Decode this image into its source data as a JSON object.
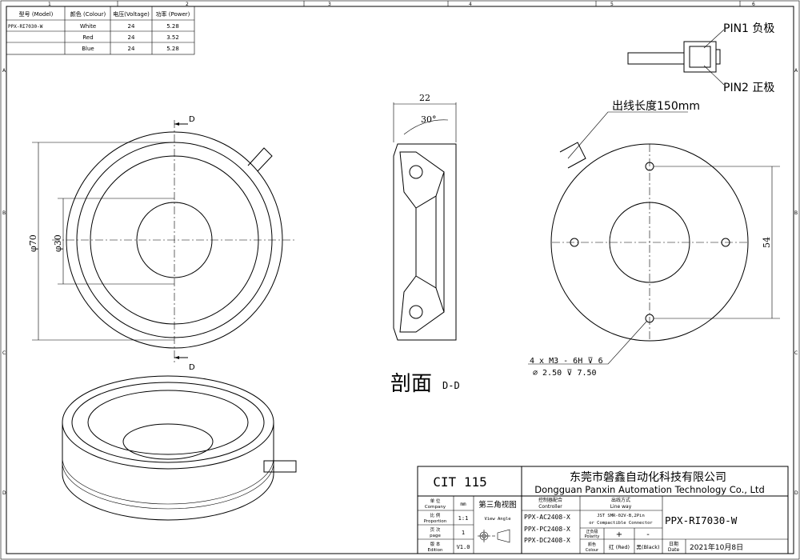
{
  "zones": {
    "top": [
      "1",
      "2",
      "3",
      "4",
      "5",
      "6"
    ],
    "side": [
      "A",
      "B",
      "C",
      "D"
    ]
  },
  "spec_table": {
    "headers": [
      "型号 (Model)",
      "颜色 (Colour)",
      "电压(Voltage)",
      "功率 (Power)"
    ],
    "rows": [
      [
        "PPX-RI7030-W",
        "White",
        "24",
        "5.28"
      ],
      [
        "",
        "Red",
        "24",
        "3.52"
      ],
      [
        "",
        "Blue",
        "24",
        "5.28"
      ]
    ]
  },
  "front_view": {
    "section_mark": "D",
    "dim_outer": "φ70",
    "dim_inner": "φ30"
  },
  "section_view": {
    "dim_width": "22",
    "angle": "30°",
    "caption": "剖面",
    "caption_sub": "D-D"
  },
  "rear_view": {
    "cable_note": "出线长度150mm",
    "dim_holes": "54",
    "hole_note_1": "4 x  M3 - 6H ⊽ 6",
    "hole_note_2": "⌀ 2.50 ⊽ 7.50"
  },
  "connector": {
    "pin1": "PIN1 负极",
    "pin2": "PIN2 正极"
  },
  "title_block": {
    "drawing_no": "CIT 115",
    "company_cn": "东莞市磐鑫自动化科技有限公司",
    "company_en": "Dongguan Panxin Automation Technology Co., Ltd",
    "unit_label_cn": "单 位",
    "unit_label_en": "Company",
    "unit_value": "mm",
    "scale_label_cn": "比 例",
    "scale_label_en": "Proportion",
    "scale_value": "1:1",
    "page_label_cn": "页 次",
    "page_label_en": "page",
    "page_value": "1",
    "edition_label_cn": "版 本",
    "edition_label_en": "Edition",
    "edition_value": "V1.0",
    "projection_cn": "第三角视图",
    "projection_en": "View Angle",
    "controller_cn": "控制器配合",
    "controller_en": "Controller",
    "controllers": [
      "PPX-AC2408-X",
      "PPX-PC2408-X",
      "PPX-DC2408-X"
    ],
    "lineway_cn": "出线方式",
    "lineway_en": "Line way",
    "connector_1": "JST SMR-02V-B,2Pin",
    "connector_2": "or Compactible Connector",
    "polarity_cn": "正负极",
    "polarity_en": "Polarity",
    "plus": "+",
    "minus": "-",
    "colour_cn": "颜色",
    "colour_en": "Colour",
    "red": "红 (Red)",
    "black": "黑(Black)",
    "model": "PPX-RI7030-W",
    "date_cn": "日期",
    "date_en": "Date",
    "date": "2021年10月8日"
  }
}
